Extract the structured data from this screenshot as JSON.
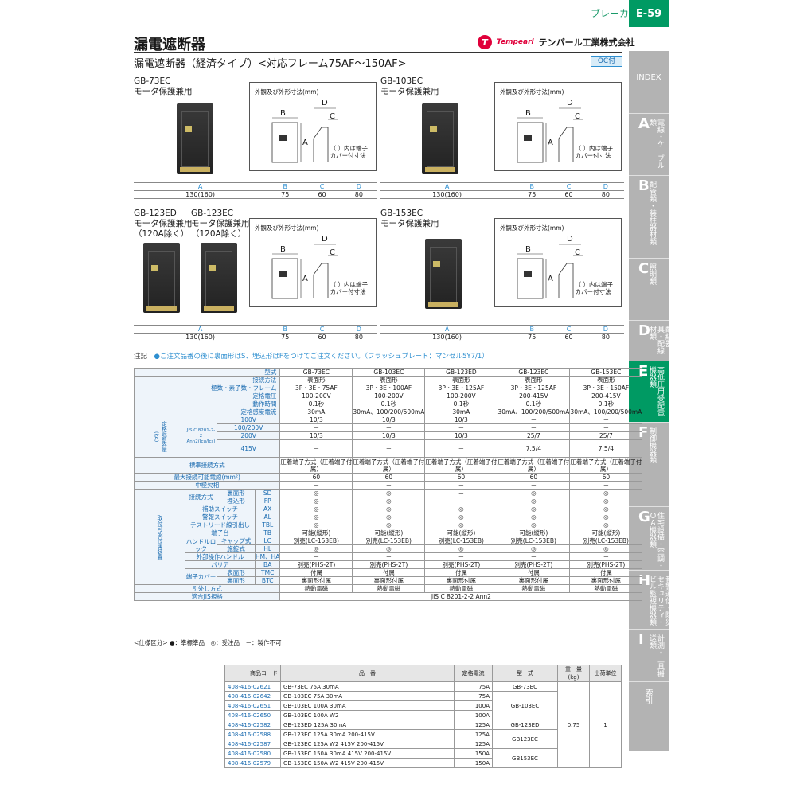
{
  "header": {
    "category": "ブレーカ",
    "page": "E-59"
  },
  "sidebar": {
    "index": "INDEX",
    "items": [
      {
        "letter": "A",
        "text": "電線・ケーブル類"
      },
      {
        "letter": "B",
        "text": "配管類・装柱器材類"
      },
      {
        "letter": "C",
        "text": "照明類"
      },
      {
        "letter": "D",
        "text": "配線器具・配線材類"
      },
      {
        "letter": "E",
        "text": "高低圧用受配電機器類"
      },
      {
        "letter": "F",
        "text": "制御機器類"
      },
      {
        "letter": "G",
        "text": "住宅設備・空調・ＯＡ機器類"
      },
      {
        "letter": "H",
        "text": "音響通信・防災セキュリティ・ビル監視機器類"
      },
      {
        "letter": "I",
        "text": "計測・工具搬送類"
      },
      {
        "letter": "",
        "text": "索引"
      }
    ]
  },
  "title": "漏電遮断器",
  "subtitle": "漏電遮断器（経済タイプ）<対応フレーム75AF～150AF>",
  "oc_badge": "OC付",
  "brand": {
    "logo": "T",
    "tempearl": "Tempearl",
    "company": "テンパール工業株式会社"
  },
  "models": [
    {
      "name": "GB-73EC",
      "sub": "モータ保護兼用"
    },
    {
      "name": "GB-103EC",
      "sub": "モータ保護兼用"
    },
    {
      "name": "GB-123ED",
      "sub": "モータ保護兼用",
      "sub2": "（120A除く）"
    },
    {
      "name": "GB-123EC",
      "sub": "モータ保護兼用",
      "sub2": "（120A除く）"
    },
    {
      "name": "GB-153EC",
      "sub": "モータ保護兼用"
    }
  ],
  "dim_box": {
    "caption": "外観及び外形寸法(mm)",
    "note1": "（ ）内は端子",
    "note2": "カバー付寸法",
    "A": "A",
    "B": "B",
    "C": "C",
    "D": "D"
  },
  "dim_table": {
    "headers": [
      "A",
      "B",
      "C",
      "D"
    ],
    "values": [
      "130(160)",
      "75",
      "60",
      "80"
    ]
  },
  "remark": {
    "label": "注記",
    "text": "●ご注文品番の後に裏面形はS、埋込形はFをつけてご注文ください。（フラッシュプレート：マンセル5Y7/1）"
  },
  "spec": {
    "cols": [
      "GB-73EC",
      "GB-103EC",
      "GB-123ED",
      "GB-123EC",
      "GB-153EC"
    ],
    "rows": [
      {
        "label": "型式",
        "vals": [
          "GB-73EC",
          "GB-103EC",
          "GB-123ED",
          "GB-123EC",
          "GB-153EC"
        ]
      },
      {
        "label": "接続方法",
        "vals": [
          "表面形",
          "表面形",
          "表面形",
          "表面形",
          "表面形"
        ]
      },
      {
        "label": "極数・素子数・フレーム",
        "vals": [
          "3P・3E・75AF",
          "3P・3E・100AF",
          "3P・3E・125AF",
          "3P・3E・125AF",
          "3P・3E・150AF"
        ]
      },
      {
        "label": "定格電圧",
        "vals": [
          "100-200V",
          "100-200V",
          "100-200V",
          "200-415V",
          "200-415V"
        ]
      },
      {
        "label": "動作時間",
        "vals": [
          "0.1秒",
          "0.1秒",
          "0.1秒",
          "0.1秒",
          "0.1秒"
        ]
      },
      {
        "label": "定格感度電流",
        "vals": [
          "30mA",
          "30mA、100/200/500mA",
          "30mA",
          "30mA、100/200/500mA",
          "30mA、100/200/500mA"
        ]
      }
    ],
    "break_label": "定格遮断容量(kA)",
    "jis": "JIS C 8201-2-2 Ann2(Icu/Ics)",
    "break_rows": [
      {
        "v": "100V",
        "vals": [
          "10/3",
          "10/3",
          "10/3",
          "－",
          "－"
        ]
      },
      {
        "v": "100/200V",
        "vals": [
          "－",
          "－",
          "－",
          "－",
          "－"
        ]
      },
      {
        "v": "200V",
        "vals": [
          "10/3",
          "10/3",
          "10/3",
          "25/7",
          "25/7"
        ]
      },
      {
        "v": "415V",
        "vals": [
          "－",
          "－",
          "－",
          "7.5/4",
          "7.5/4"
        ]
      }
    ],
    "conn": {
      "label": "標準接続方式",
      "vals": [
        "圧着端子方式（圧着端子付属）",
        "圧着端子方式（圧着端子付属）",
        "圧着端子方式（圧着端子付属）",
        "圧着端子方式（圧着端子付属）",
        "圧着端子方式（圧着端子付属）"
      ]
    },
    "wire": {
      "label": "最大接続可能電線(mm²)",
      "vals": [
        "60",
        "60",
        "60",
        "60",
        "60"
      ]
    },
    "neutral": {
      "label": "中極欠相",
      "vals": [
        "－",
        "－",
        "－",
        "－",
        "－"
      ]
    },
    "acc_label": "取付可能付属装置",
    "acc_rows": [
      {
        "g": "接続方式",
        "n": "裏面形",
        "c": "SD",
        "vals": [
          "◎",
          "◎",
          "－",
          "◎",
          "◎"
        ]
      },
      {
        "g": "",
        "n": "埋込形",
        "c": "FP",
        "vals": [
          "◎",
          "◎",
          "－",
          "◎",
          "◎"
        ]
      },
      {
        "g": "補助スイッチ",
        "n": "",
        "c": "AX",
        "vals": [
          "◎",
          "◎",
          "◎",
          "◎",
          "◎"
        ]
      },
      {
        "g": "警報スイッチ",
        "n": "",
        "c": "AL",
        "vals": [
          "◎",
          "◎",
          "◎",
          "◎",
          "◎"
        ]
      },
      {
        "g": "テストリード線引出し",
        "n": "",
        "c": "TBL",
        "vals": [
          "◎",
          "◎",
          "◎",
          "◎",
          "◎"
        ]
      },
      {
        "g": "端子台",
        "n": "",
        "c": "TB",
        "vals": [
          "可能(縦形)",
          "可能(縦形)",
          "可能(縦形)",
          "可能(縦形)",
          "可能(縦形)"
        ]
      },
      {
        "g": "ハンドルロック",
        "n": "キャップ式",
        "c": "LC",
        "vals": [
          "別売(LC-153EB)",
          "別売(LC-153EB)",
          "別売(LC-153EB)",
          "別売(LC-153EB)",
          "別売(LC-153EB)"
        ]
      },
      {
        "g": "",
        "n": "施錠式",
        "c": "HL",
        "vals": [
          "◎",
          "◎",
          "◎",
          "◎",
          "◎"
        ]
      },
      {
        "g": "外部操作ハンドル",
        "n": "",
        "c": "HM、HA",
        "vals": [
          "－",
          "－",
          "－",
          "－",
          "－"
        ]
      },
      {
        "g": "バリア",
        "n": "",
        "c": "BA",
        "vals": [
          "別売(PHS-2T)",
          "別売(PHS-2T)",
          "別売(PHS-2T)",
          "別売(PHS-2T)",
          "別売(PHS-2T)"
        ]
      },
      {
        "g": "端子カバー",
        "n": "表面形",
        "c": "TMC",
        "vals": [
          "付属",
          "付属",
          "付属",
          "付属",
          "付属"
        ]
      },
      {
        "g": "",
        "n": "裏面形",
        "c": "BTC",
        "vals": [
          "裏面形付属",
          "裏面形付属",
          "裏面形付属",
          "裏面形付属",
          "裏面形付属"
        ]
      }
    ],
    "trip": {
      "label": "引外し方式",
      "vals": [
        "熱動電磁",
        "熱動電磁",
        "熱動電磁",
        "熱動電磁",
        "熱動電磁"
      ]
    },
    "jisstd": {
      "label": "適合JIS規格",
      "val": "JIS C 8201-2-2 Ann2"
    }
  },
  "legend": "<仕様区分> ●：準標準品　◎：受注品　－：製作不可",
  "products": {
    "headers": [
      "商品コード",
      "品　番",
      "定格電流",
      "型　式",
      "重　量(kg)",
      "出荷単位"
    ],
    "rows": [
      {
        "code": "408-416-02621",
        "part": "GB-73EC 75A 30mA",
        "cur": "75A"
      },
      {
        "code": "408-416-02642",
        "part": "GB-103EC 75A 30mA",
        "cur": "75A"
      },
      {
        "code": "408-416-02651",
        "part": "GB-103EC 100A 30mA",
        "cur": "100A"
      },
      {
        "code": "408-416-02650",
        "part": "GB-103EC 100A W2",
        "cur": "100A"
      },
      {
        "code": "408-416-02582",
        "part": "GB-123ED 125A 30mA",
        "cur": "125A"
      },
      {
        "code": "408-416-02588",
        "part": "GB-123EC 125A 30mA 200-415V",
        "cur": "125A"
      },
      {
        "code": "408-416-02587",
        "part": "GB-123EC 125A W2 415V 200-415V",
        "cur": "125A"
      },
      {
        "code": "408-416-02580",
        "part": "GB-153EC 150A 30mA 415V 200-415V",
        "cur": "150A"
      },
      {
        "code": "408-416-02579",
        "part": "GB-153EC 150A W2 415V 200-415V",
        "cur": "150A"
      }
    ],
    "types": [
      "GB-73EC",
      "GB-103EC",
      "GB-123ED",
      "GB123EC",
      "GB153EC"
    ],
    "weight": "0.75",
    "unit": "1"
  }
}
